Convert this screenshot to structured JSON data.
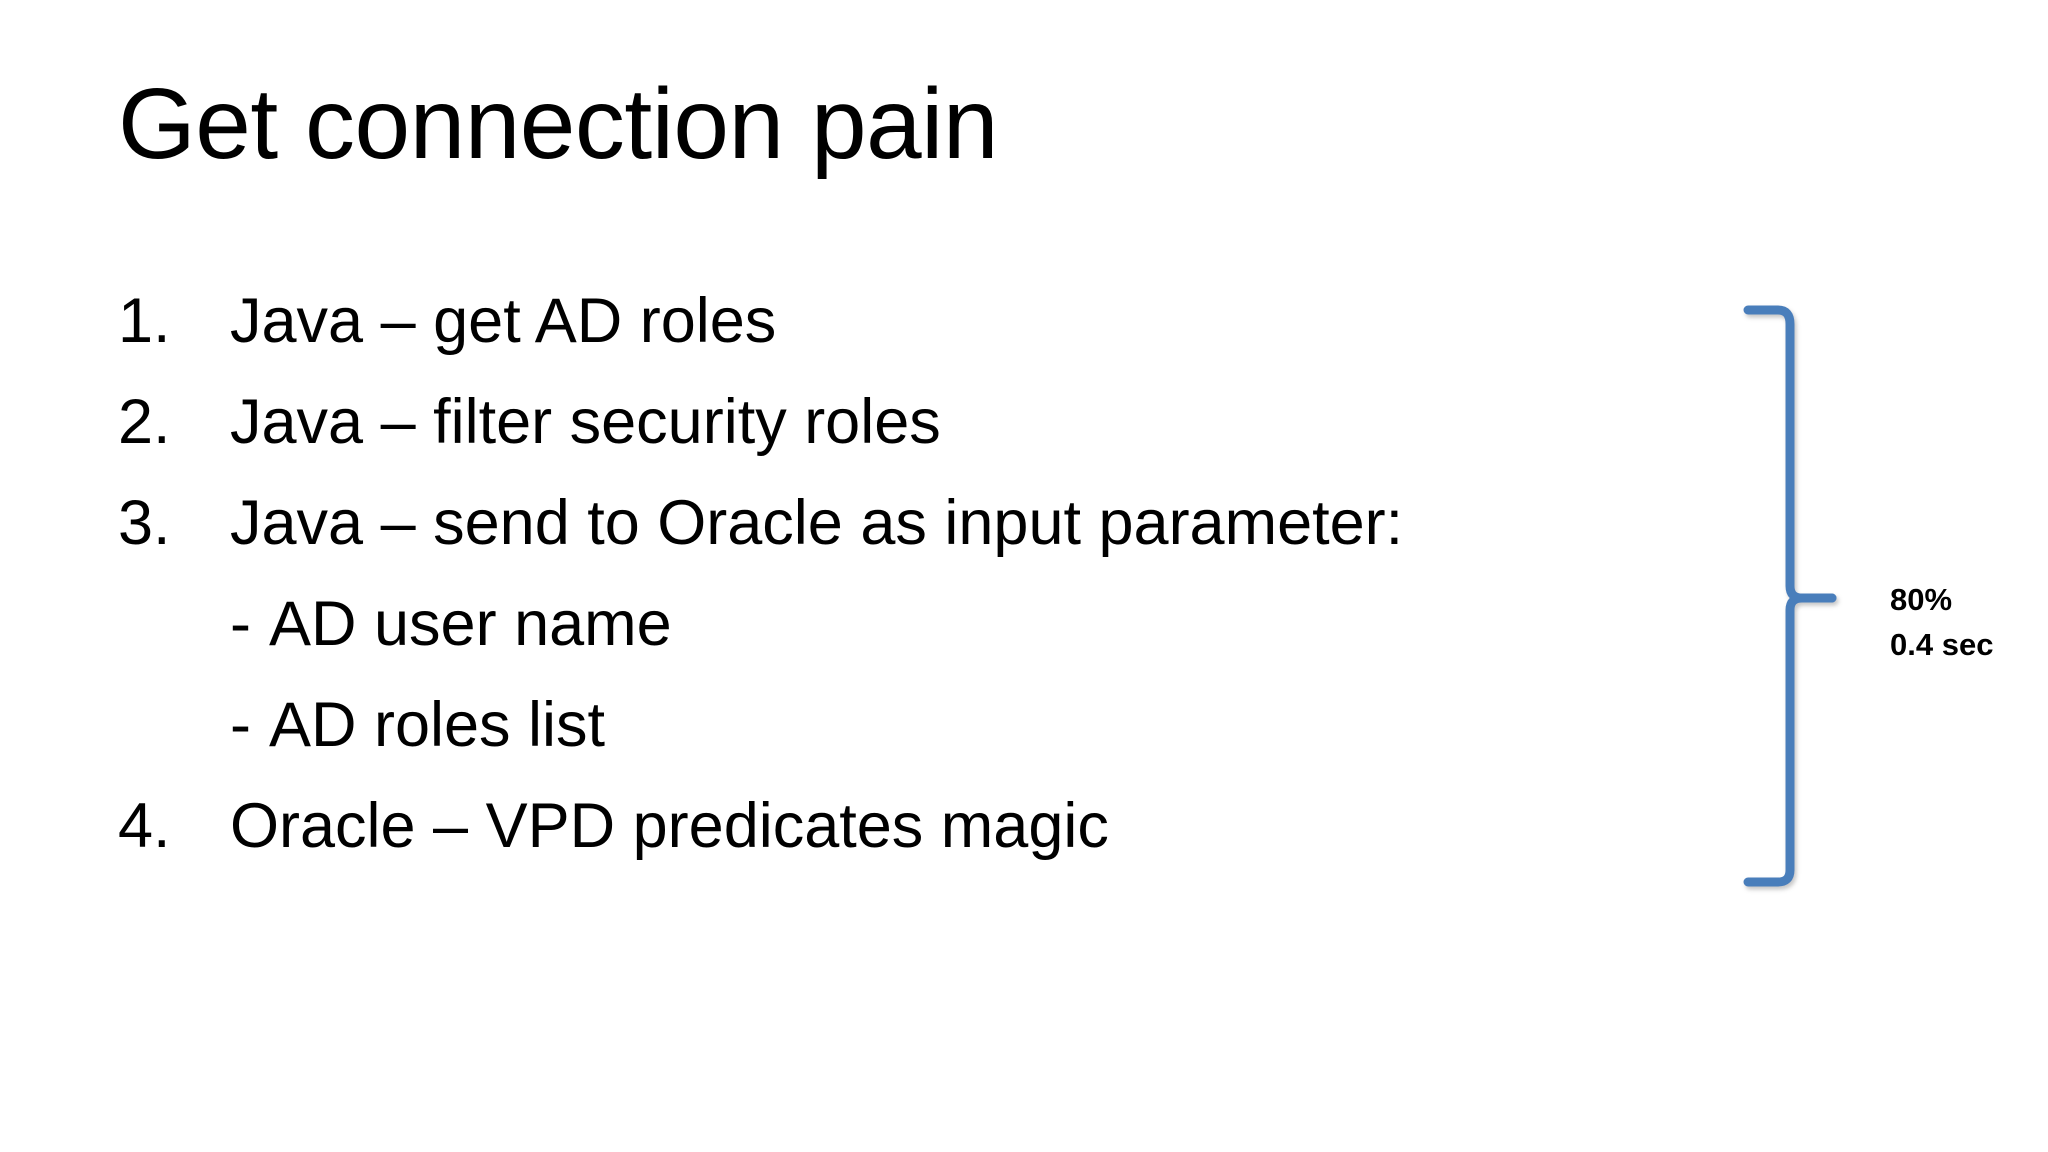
{
  "slide": {
    "title": "Get connection pain",
    "background_color": "#ffffff",
    "text_color": "#000000"
  },
  "body": {
    "items": [
      {
        "marker": "1.",
        "text": "Java – get AD roles"
      },
      {
        "marker": "2.",
        "text": "Java – filter security roles"
      },
      {
        "marker": "3.",
        "text": "Java – send to Oracle as input parameter:"
      }
    ],
    "sub_items": [
      {
        "dash": "-",
        "text": "AD user name"
      },
      {
        "dash": "-",
        "text": "AD roles list"
      }
    ],
    "last_item": {
      "marker": "4.",
      "text": "Oracle – VPD predicates magic"
    }
  },
  "annotation": {
    "percent": "80%",
    "duration": "0.4 sec",
    "brace_color": "#4a7ebb"
  }
}
